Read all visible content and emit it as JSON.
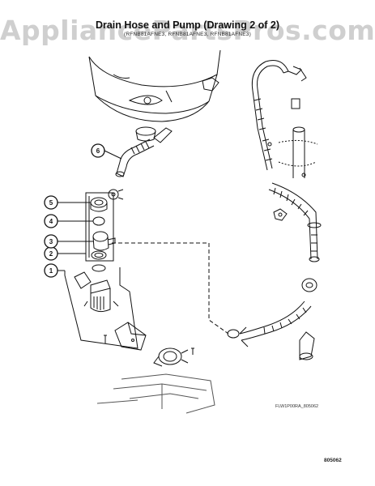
{
  "header": {
    "watermark": "AppliancePartsPros.com",
    "title": "Drain Hose and Pump (Drawing 2 of 2)",
    "subtitle": "(RFNB81AFNE3, RFNB81AFNE3, RFNB81AFNE3)"
  },
  "callouts": [
    {
      "number": "1"
    },
    {
      "number": "2"
    },
    {
      "number": "3"
    },
    {
      "number": "4"
    },
    {
      "number": "5"
    },
    {
      "number": "6"
    }
  ],
  "footer": {
    "drawing_ref": "FLW1P00RA_805062",
    "drawing_id": "805062"
  },
  "colors": {
    "line": "#111111",
    "watermark": "#cfcfcf"
  }
}
